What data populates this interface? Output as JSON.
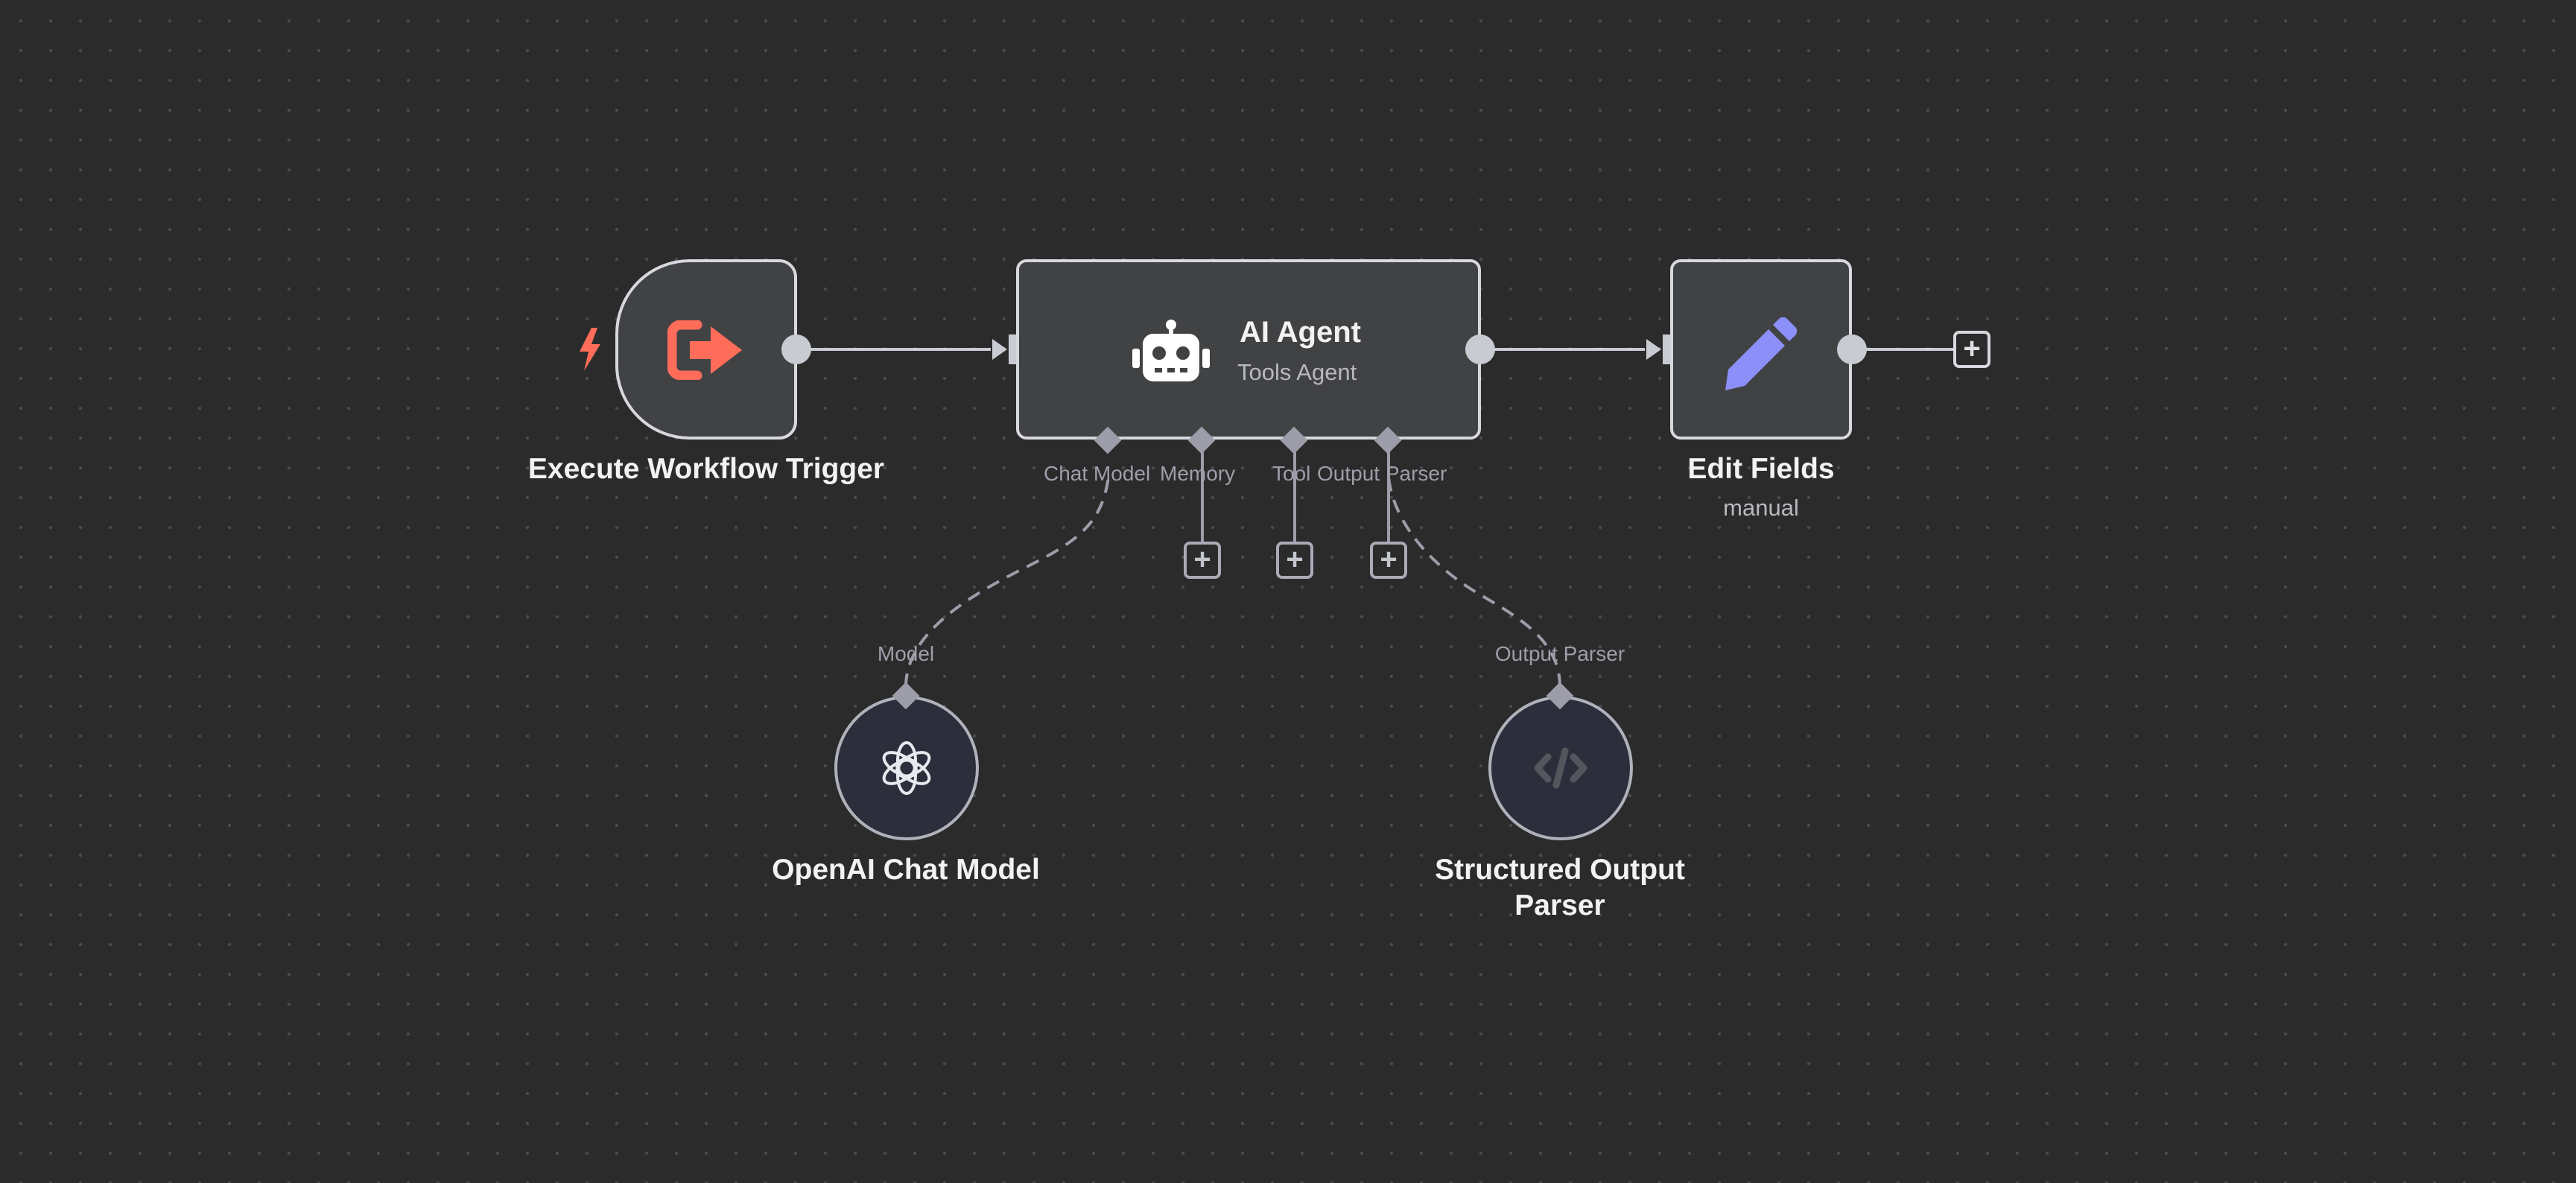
{
  "canvas": {
    "background": "#2b2b2c",
    "dot_color": "#4a4a4d"
  },
  "nodes": {
    "trigger": {
      "title": "Execute Workflow Trigger",
      "icon": "sign-out-arrow-icon",
      "badge_icon": "lightning-bolt-icon",
      "icon_color": "#ff6d5a"
    },
    "agent": {
      "title": "AI Agent",
      "subtitle": "Tools Agent",
      "icon": "robot-icon",
      "ports": [
        "Chat Model",
        "Memory",
        "Tool",
        "Output Parser"
      ]
    },
    "edit": {
      "title": "Edit Fields",
      "subtitle": "manual",
      "icon": "pencil-icon",
      "icon_color": "#8b8ff7"
    },
    "openai": {
      "title": "OpenAI Chat Model",
      "input_label": "Model",
      "icon": "openai-logo-icon"
    },
    "parser": {
      "title_line1": "Structured Output",
      "title_line2": "Parser",
      "input_label": "Output Parser",
      "icon": "code-icon"
    }
  },
  "buttons": {
    "add": "+"
  }
}
